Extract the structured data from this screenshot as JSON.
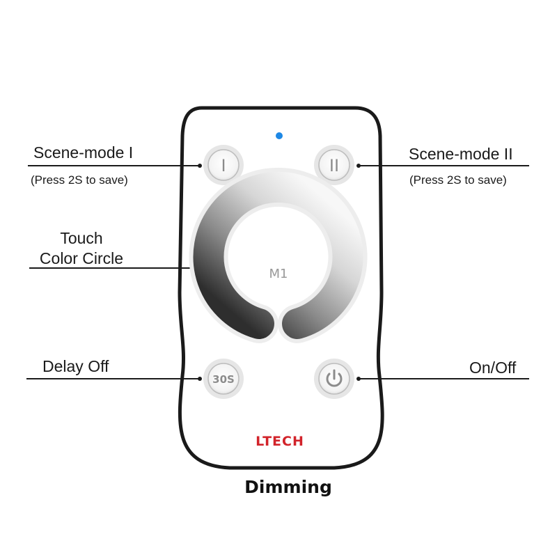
{
  "labels": {
    "scene1": {
      "title": "Scene-mode I",
      "note": "(Press 2S to save)"
    },
    "scene2": {
      "title": "Scene-mode II",
      "note": "(Press 2S to save)"
    },
    "touch": {
      "line1": "Touch",
      "line2": "Color Circle"
    },
    "delay": "Delay Off",
    "onoff": "On/Off"
  },
  "remote": {
    "button_scene1": "I",
    "button_scene2": "II",
    "button_delay": "30S",
    "circle_mode": "M1",
    "brand": "LTECH"
  },
  "caption": "Dimming",
  "colors": {
    "indicator": "#1e88e5",
    "brand": "#d2232a",
    "outline": "#1a1a1a"
  },
  "icons": {
    "scene1": "roman-one-icon",
    "scene2": "roman-two-icon",
    "power": "power-icon"
  }
}
